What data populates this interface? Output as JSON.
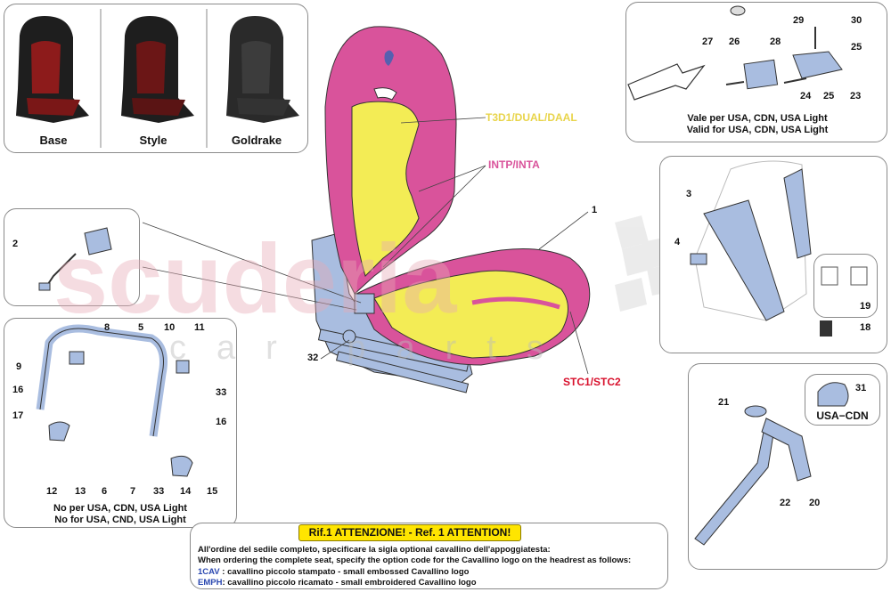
{
  "variants": [
    {
      "label": "Base"
    },
    {
      "label": "Style"
    },
    {
      "label": "Goldrake"
    }
  ],
  "callouts": {
    "t3d1": "T3D1/DUAL/DAAL",
    "intp": "INTP/INTA",
    "stc": "STC1/STC2"
  },
  "watermark": {
    "main": "scuderia",
    "sub": "car parts"
  },
  "part_numbers": {
    "p1": "1",
    "p2": "2",
    "p3": "3",
    "p4": "4",
    "p5": "5",
    "p6": "6",
    "p7": "7",
    "p8": "8",
    "p9": "9",
    "p10": "10",
    "p11": "11",
    "p12": "12",
    "p13": "13",
    "p14": "14",
    "p15": "15",
    "p16a": "16",
    "p16b": "16",
    "p17": "17",
    "p18": "18",
    "p19": "19",
    "p20": "20",
    "p21": "21",
    "p22": "22",
    "p23": "23",
    "p24": "24",
    "p25a": "25",
    "p25b": "25",
    "p26": "26",
    "p27": "27",
    "p28": "28",
    "p29": "29",
    "p30": "30",
    "p31": "31",
    "p32": "32",
    "p33a": "33",
    "p33b": "33"
  },
  "panels": {
    "top_right_caption_1": "Vale per USA, CDN, USA Light",
    "top_right_caption_2": "Valid for USA, CDN, USA Light",
    "left_caption_1": "No per USA, CDN, USA Light",
    "left_caption_2": "No for USA, CND, USA Light",
    "usa_cdn": "USA−CDN"
  },
  "note": {
    "title": "Rif.1 ATTENZIONE! - Ref. 1 ATTENTION!",
    "line1": "All'ordine del sedile completo, specificare la sigla optional cavallino dell'appoggiatesta:",
    "line2": "When ordering the complete seat, specify the option code for the Cavallino logo on the headrest as follows:",
    "code1": "1CAV",
    "code1_text": " : cavallino piccolo stampato - small embossed Cavallino logo",
    "code2": "EMPH",
    "code2_text": ": cavallino piccolo ricamato - small embroidered Cavallino logo"
  },
  "colors": {
    "pink": "#d9539b",
    "yellow": "#f3ec55",
    "blue": "#a9bde0",
    "red_callout": "#d8102c",
    "yellow_callout": "#e8d44a",
    "pink_callout": "#d9539b",
    "code_blue": "#2a48b0"
  }
}
